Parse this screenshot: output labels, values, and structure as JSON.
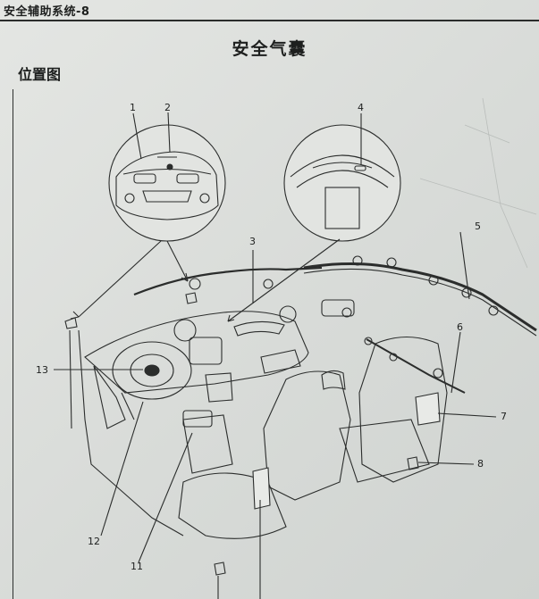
{
  "header": {
    "running_head": "安全辅助系统-8"
  },
  "title": "安全气囊",
  "subtitle": "位置图",
  "callouts": {
    "c1": "1",
    "c2": "2",
    "c3": "3",
    "c4": "4",
    "c5": "5",
    "c6": "6",
    "c7": "7",
    "c8": "8",
    "c11": "11",
    "c12": "12",
    "c13": "13"
  }
}
